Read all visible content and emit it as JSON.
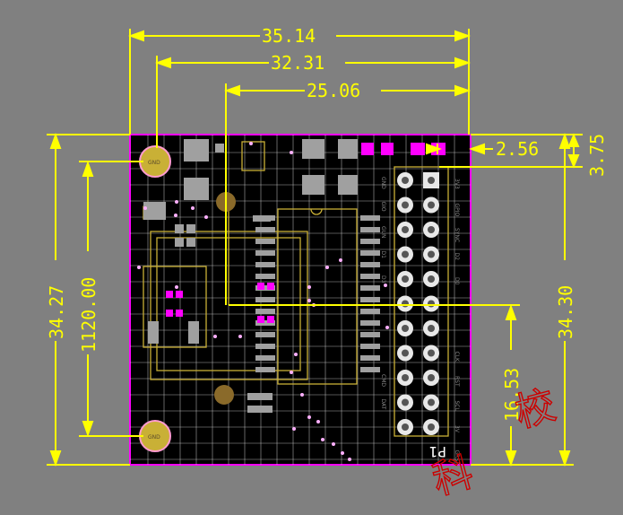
{
  "dimensions": {
    "top_1": "35.14",
    "top_2": "32.31",
    "top_3": "25.06",
    "right_offset": "2.56",
    "right_top": "3.75",
    "left_height": "34.27",
    "left_hole_spacing": "1120.00",
    "right_height": "34.30",
    "right_partial": "16.53"
  },
  "board": {
    "mount_hole_label": "GND",
    "connector_label": "P1"
  },
  "pin_labels_right": [
    "3V3",
    "GPIO",
    "SYNC",
    "D2",
    "D0",
    "",
    "",
    "CLK",
    "RST",
    "SCL",
    "3V",
    "GRST"
  ],
  "pin_labels_left": [
    "GND",
    "GIO",
    "GUN",
    "D1",
    "D3",
    "",
    "",
    "",
    "CMD",
    "DAT",
    "",
    ""
  ],
  "watermark": "校科",
  "colors": {
    "background": "#808080",
    "board": "#000000",
    "board_edge": "#ff00ff",
    "dimension": "#ffff00",
    "grid": "#ffffff",
    "copper": "#c9b036",
    "pad_magenta": "#ff00ff",
    "pad_gray": "#a0a0a0",
    "drill": "#8a6a2a",
    "watermark": "#cc0000"
  }
}
